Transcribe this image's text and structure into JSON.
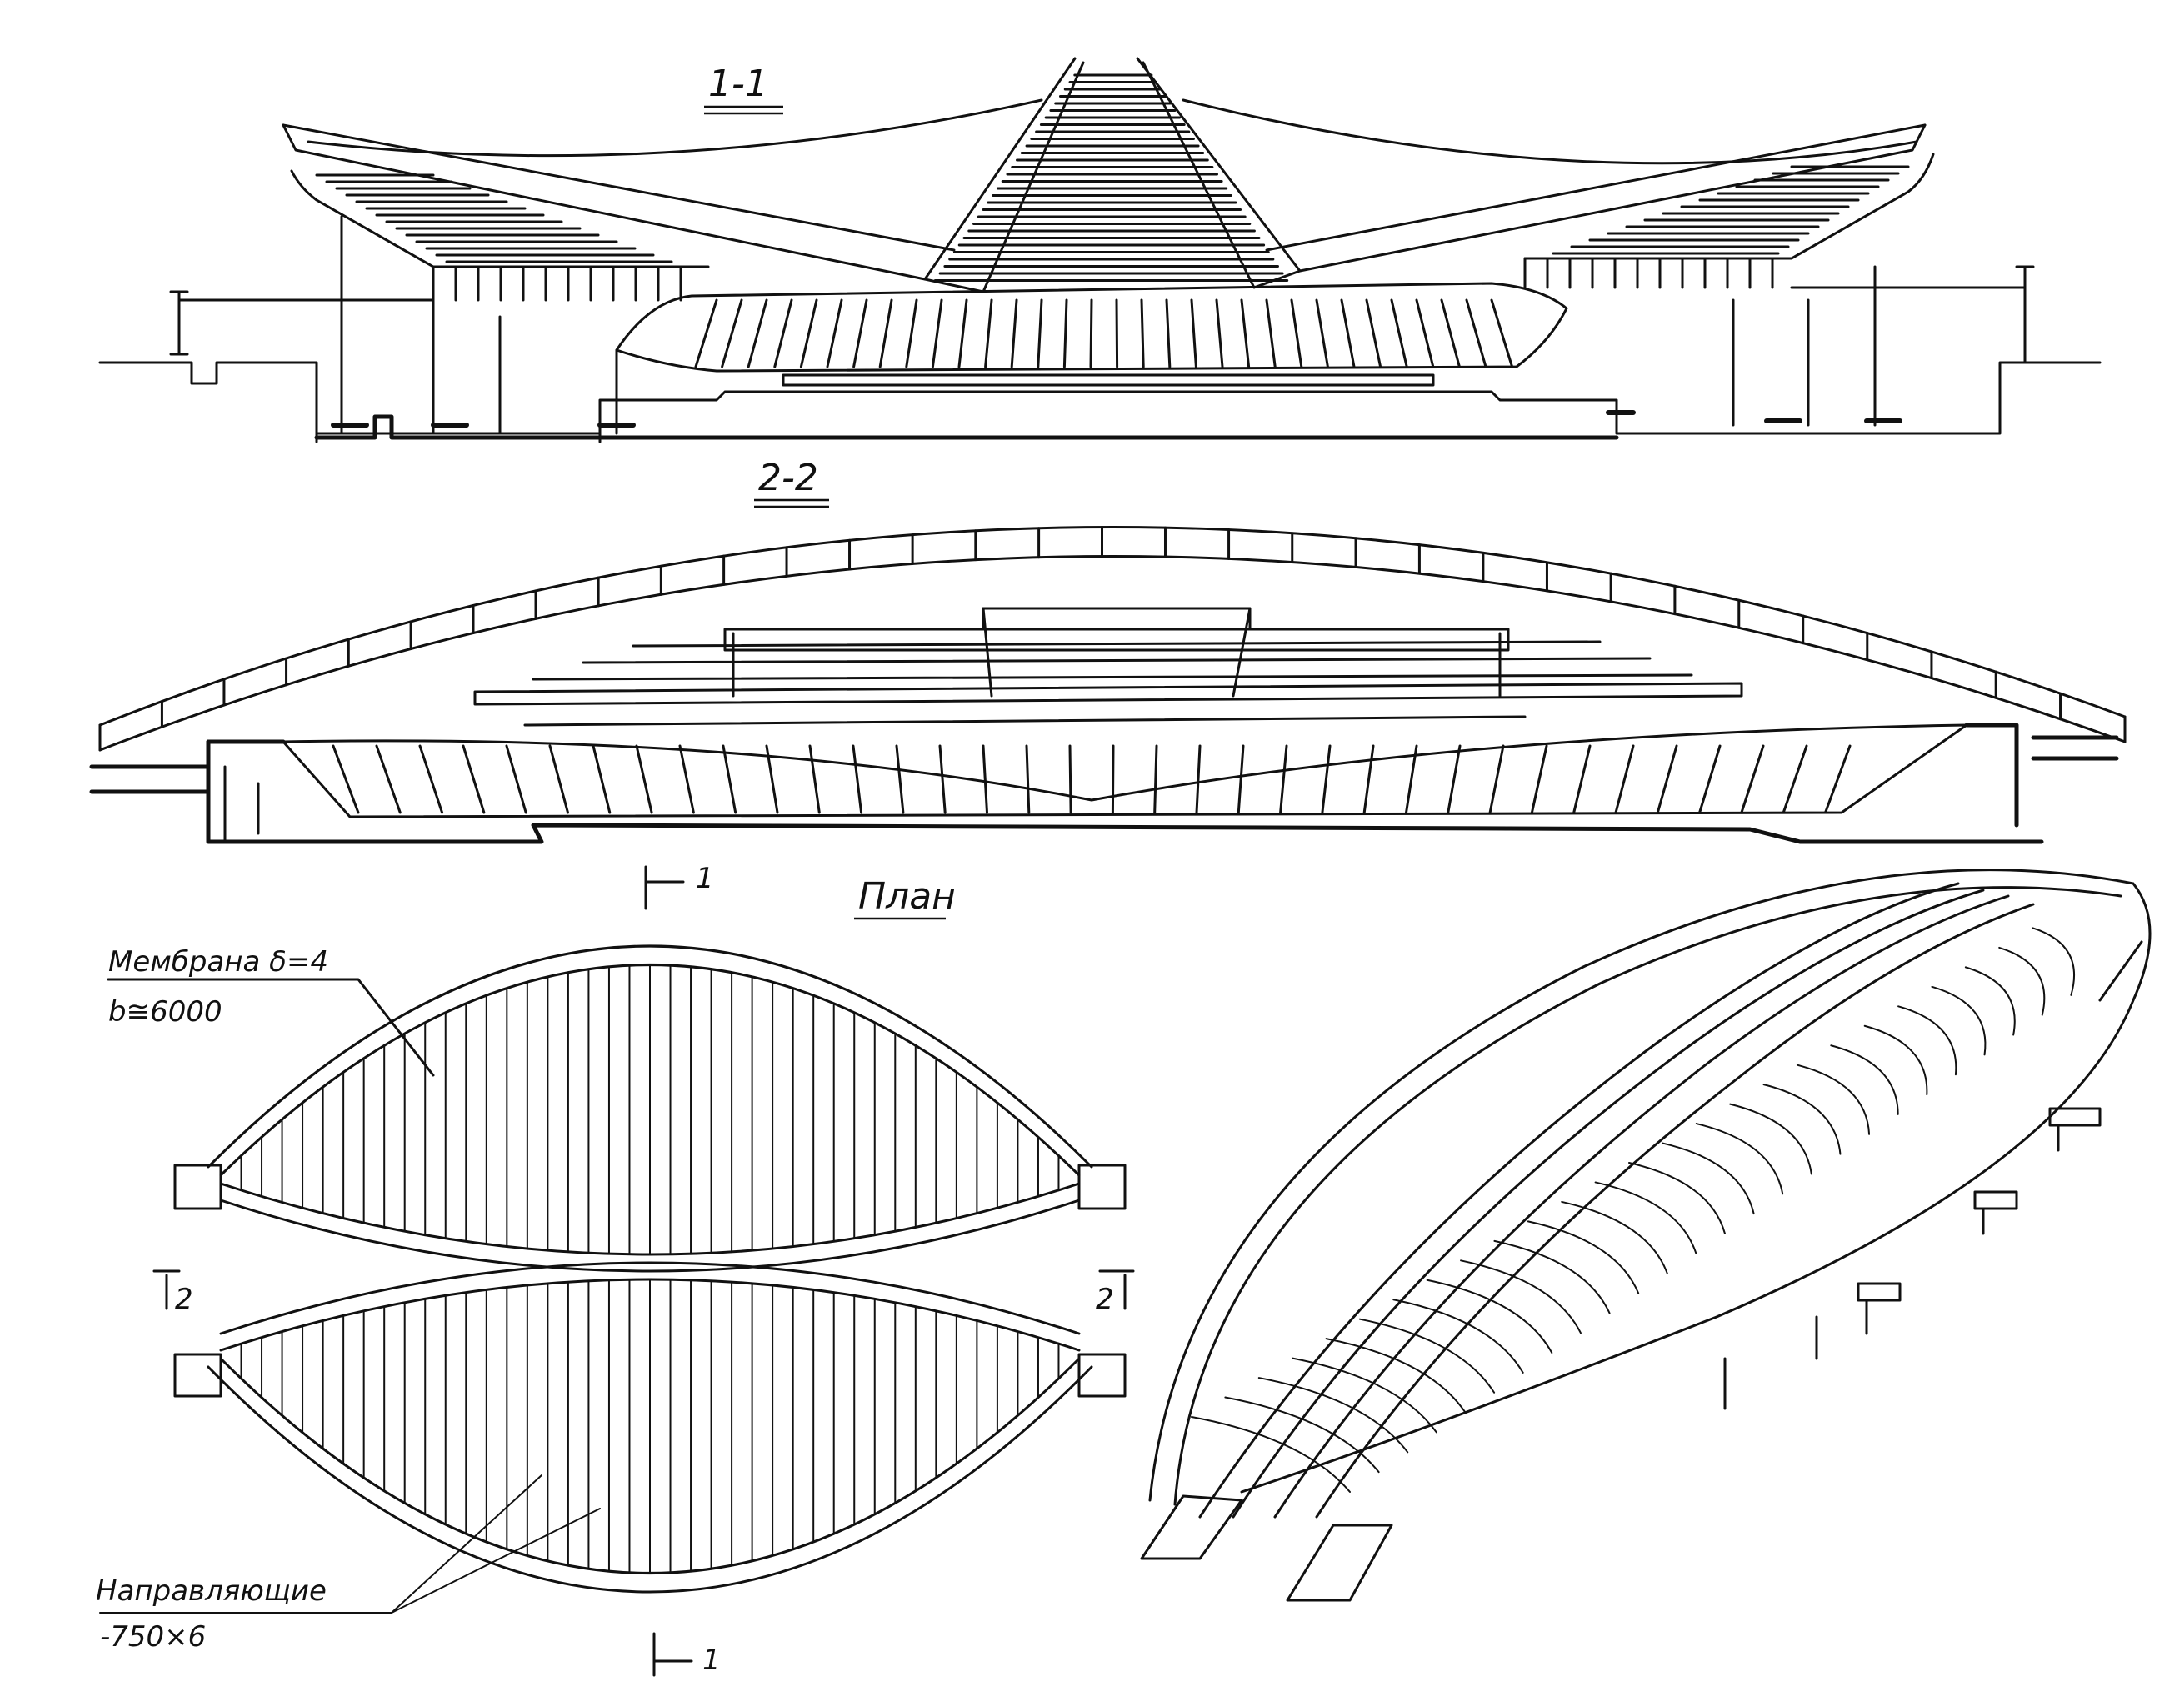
{
  "sections": {
    "section_1": {
      "title": "1-1"
    },
    "section_2": {
      "title": "2-2"
    },
    "plan": {
      "title": "План"
    }
  },
  "annotations": {
    "membrane_line1": "Мембрана δ=4",
    "membrane_line2": "b≅6000",
    "guides_line1": "Направляющие",
    "guides_line2": "-750×6"
  },
  "cut_marks": {
    "top": "1",
    "bottom": "1",
    "left": "2",
    "right": "2"
  },
  "colors": {
    "ink": "#111111",
    "paper": "#ffffff"
  }
}
